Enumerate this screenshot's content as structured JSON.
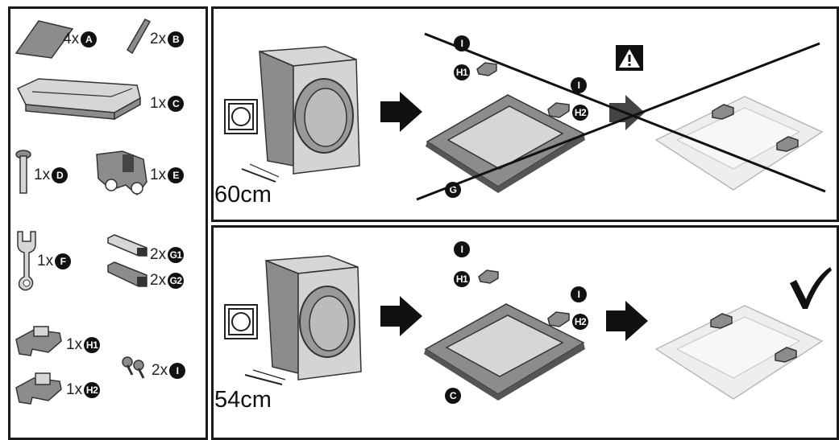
{
  "parts": [
    {
      "qty": "4x",
      "letter": "A"
    },
    {
      "qty": "2x",
      "letter": "B"
    },
    {
      "qty": "1x",
      "letter": "C"
    },
    {
      "qty": "1x",
      "letter": "D"
    },
    {
      "qty": "1x",
      "letter": "E"
    },
    {
      "qty": "1x",
      "letter": "F"
    },
    {
      "qty": "2x",
      "letter": "G1"
    },
    {
      "qty": "2x",
      "letter": "G2"
    },
    {
      "qty": "1x",
      "letter": "H1"
    },
    {
      "qty": "1x",
      "letter": "H2"
    },
    {
      "qty": "2x",
      "letter": "I"
    }
  ],
  "top_panel": {
    "depth": "60cm",
    "callouts": [
      "I",
      "H1",
      "I",
      "H2",
      "G"
    ],
    "warning_icon": "warning-triangle-icon"
  },
  "bottom_panel": {
    "depth": "54cm",
    "callouts": [
      "I",
      "H1",
      "I",
      "H2",
      "C"
    ],
    "ok_icon": "checkmark-icon"
  },
  "icons": [
    "tumble-dryer-icon",
    "arrow-right-icon",
    "cross-out-icon"
  ],
  "colors": {
    "line": "#1a1a1a",
    "part_gray": "#8c8c8c",
    "faded": "#eeeeee"
  }
}
